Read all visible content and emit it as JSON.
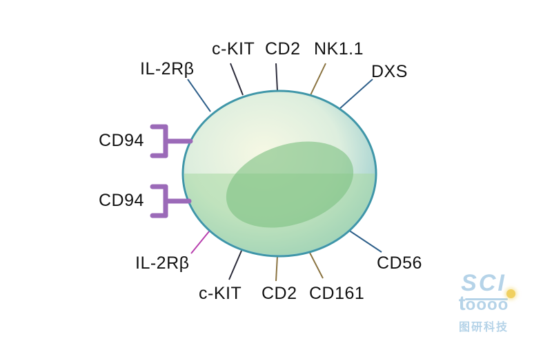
{
  "figure_type": "cell-surface-marker-diagram",
  "cell": {
    "colors": {
      "rim": "#3f96a8",
      "center_fill": "#f6f8e4",
      "mid_fill": "#ddeede",
      "edge_fill": "#8cc6cc",
      "bottom_overlay": "#a8d8a2",
      "nucleus": "#7cbf80"
    }
  },
  "markers": {
    "il2rb_top": {
      "label": "IL-2Rβ",
      "line_color": "#2e5f8a"
    },
    "ckit_top": {
      "label": "c-KIT",
      "line_color": "#2b2b3a"
    },
    "cd2_top": {
      "label": "CD2",
      "line_color": "#2b2b3a"
    },
    "nk11": {
      "label": "NK1.1",
      "line_color": "#8a7340"
    },
    "dxs": {
      "label": "DXS",
      "line_color": "#2e5f8a"
    },
    "il2rb_bottom": {
      "label": "IL-2Rβ",
      "line_color": "#b83fae"
    },
    "ckit_bottom": {
      "label": "c-KIT",
      "line_color": "#2b2b3a"
    },
    "cd2_bottom": {
      "label": "CD2",
      "line_color": "#8a7340"
    },
    "cd161": {
      "label": "CD161",
      "line_color": "#8a7340"
    },
    "cd56": {
      "label": "CD56",
      "line_color": "#2e5f8a"
    }
  },
  "receptors": {
    "cd94_upper": {
      "label": "CD94",
      "color": "#9b6ab8"
    },
    "cd94_lower": {
      "label": "CD94",
      "color": "#9b6ab8"
    }
  },
  "watermark": {
    "line1": "SCI",
    "line2_t": "t",
    "line2_o": "oooo",
    "line3": "图研科技",
    "color": "#b5d3e8",
    "bulb_color": "#f0d060"
  }
}
